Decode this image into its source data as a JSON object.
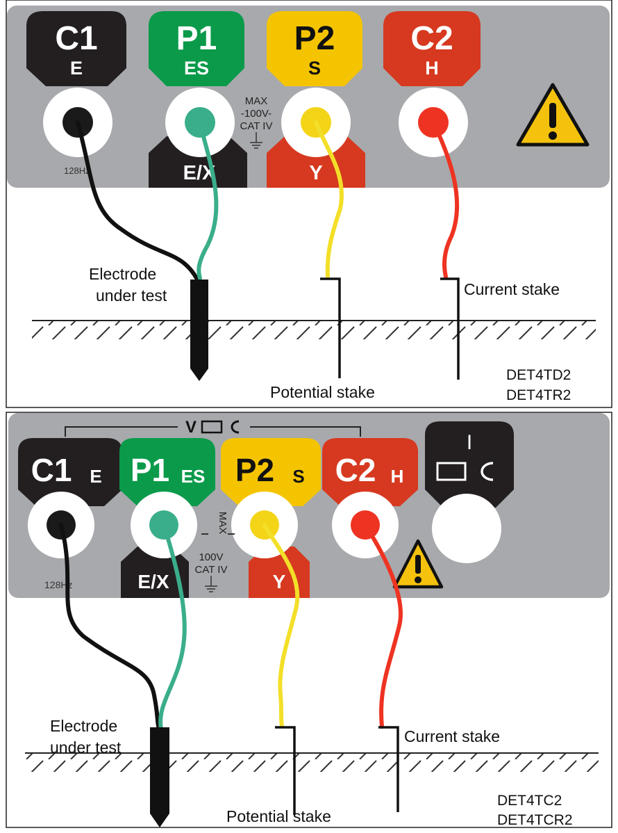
{
  "colors": {
    "panel": "#a7a9ac",
    "black_terminal": "#231f20",
    "green_terminal": "#0a9a4a",
    "yellow_terminal": "#f5c400",
    "red_terminal": "#d6391f",
    "wire_green": "#3aae8a",
    "wire_yellow": "#f3df29",
    "wire_red": "#ee3322",
    "warning": "#f4c20d"
  },
  "diagram1": {
    "terminals": [
      {
        "top": "C1",
        "sub": "E"
      },
      {
        "top": "P1",
        "sub": "ES"
      },
      {
        "top": "P2",
        "sub": "S"
      },
      {
        "top": "C2",
        "sub": "H"
      }
    ],
    "lower_tabs": [
      "E/X",
      "Y"
    ],
    "rating": [
      "MAX",
      "-100V-",
      "CAT IV"
    ],
    "freq": "128Hz",
    "electrode_label": [
      "Electrode",
      "under test"
    ],
    "current_stake": "Current stake",
    "potential_stake": "Potential stake",
    "models": [
      "DET4TD2",
      "DET4TR2"
    ]
  },
  "diagram2": {
    "terminals": [
      {
        "top": "C1",
        "sub": "E"
      },
      {
        "top": "P1",
        "sub": "ES"
      },
      {
        "top": "P2",
        "sub": "S"
      },
      {
        "top": "C2",
        "sub": "H"
      }
    ],
    "extra_terminal": "I",
    "bracket_label": "V",
    "lower_tabs": [
      "E/X",
      "Y"
    ],
    "rating_vertical": "MAX",
    "rating": [
      "100V",
      "CAT IV"
    ],
    "freq": "128Hz",
    "electrode_label": [
      "Electrode",
      "under test"
    ],
    "current_stake": "Current stake",
    "potential_stake": "Potential stake",
    "models": [
      "DET4TC2",
      "DET4TCR2"
    ]
  }
}
